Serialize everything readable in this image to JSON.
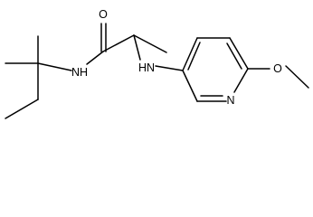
{
  "molecule": {
    "atoms": {
      "carbonyl_o": "O",
      "amide_nh": "NH",
      "amine_nh": "HN",
      "ring_n": "N",
      "ether_o": "O"
    }
  }
}
